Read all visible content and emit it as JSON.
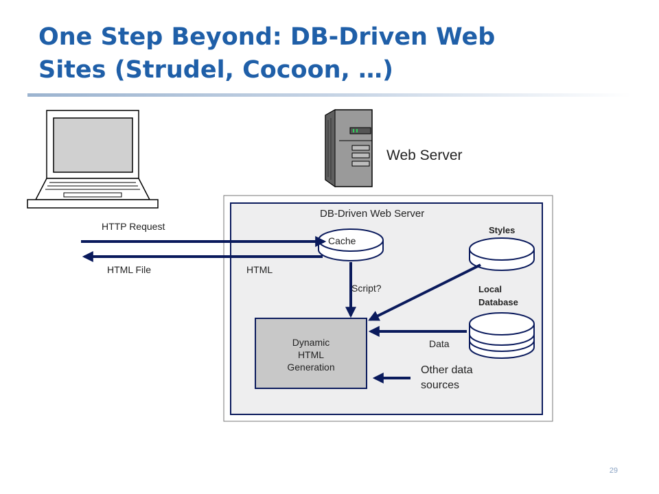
{
  "slide": {
    "title_line1": "One Step Beyond:  DB-Driven Web",
    "title_line2": "Sites (Strudel, Cocoon, …)",
    "page_number": "29"
  },
  "colors": {
    "title": "#1f5fa8",
    "arrow": "#0a1a5c",
    "server_panel": "#eeeeef",
    "dynamic_box": "#c8c8c8"
  },
  "icons": [
    "laptop-icon",
    "server-tower-icon",
    "database-icon"
  ],
  "labels": {
    "web_server": "Web Server",
    "db_driven_web_server": "DB-Driven Web Server",
    "http_request": "HTTP Request",
    "html_file": "HTML File",
    "html": "HTML",
    "cache": "Cache",
    "styles": "Styles",
    "script": "Script?",
    "local_database_line1": "Local",
    "local_database_line2": "Database",
    "dynamic_line1": "Dynamic",
    "dynamic_line2": "HTML",
    "dynamic_line3": "Generation",
    "data": "Data",
    "other_sources_line1": "Other data",
    "other_sources_line2": "sources"
  }
}
